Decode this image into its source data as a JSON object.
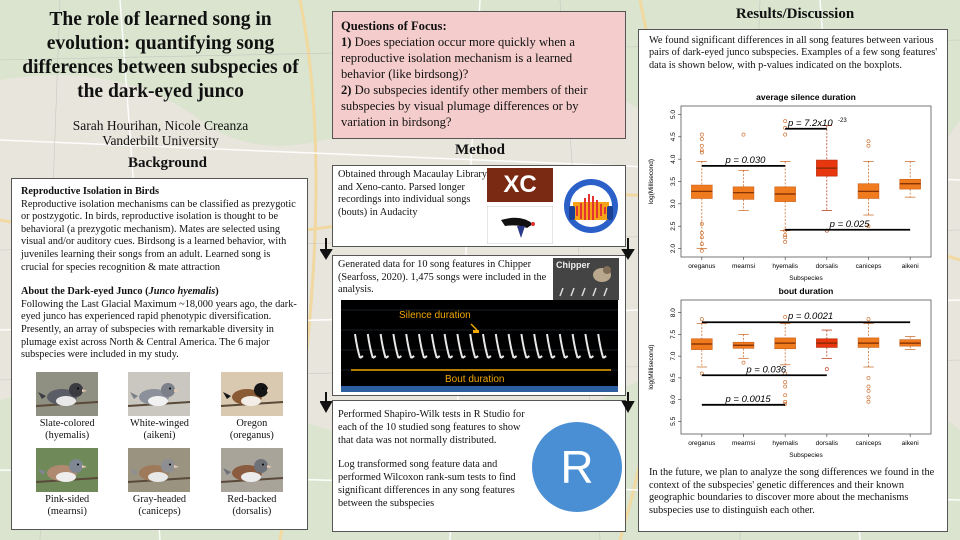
{
  "title": "The role of learned song in evolution: quantifying song differences between subspecies of the dark-eyed junco",
  "authors": "Sarah Hourihan, Nicole Creanza",
  "affiliation": "Vanderbilt University",
  "background": {
    "header": "Background",
    "h1": "Reproductive Isolation in Birds",
    "p1": "Reproductive isolation mechanisms can be classified as prezygotic or postzygotic. In birds, reproductive isolation is thought to be behavioral (a prezygotic mechanism). Mates are selected using visual and/or auditory cues. Birdsong is a learned behavior, with juveniles learning their songs from an adult. Learned song is crucial for species recognition & mate attraction",
    "h2_pre": "About the Dark-eyed Junco (",
    "h2_sci": "Junco hyemalis",
    "h2_post": ")",
    "p2": "Following the Last Glacial Maximum ~18,000 years ago, the dark-eyed junco has experienced rapid phenotypic diversification. Presently, an array of subspecies with remarkable diversity in plumage exist across North & Central America. The 6 major subspecies were included in my study.",
    "birds": [
      {
        "name": "Slate-colored",
        "sub": "(hyemalis)",
        "head": "#3a3c42",
        "body": "#5a5d66",
        "belly": "#e9e9e9",
        "ground": "#8f8f82"
      },
      {
        "name": "White-winged",
        "sub": "(aikeni)",
        "head": "#7b8089",
        "body": "#8b909a",
        "belly": "#f1f1f1",
        "ground": "#c9c7bf"
      },
      {
        "name": "Oregon",
        "sub": "(oreganus)",
        "head": "#151515",
        "body": "#8a5a35",
        "belly": "#f2ede6",
        "ground": "#d8c9b0"
      },
      {
        "name": "Pink-sided",
        "sub": "(mearnsi)",
        "head": "#7e8792",
        "body": "#b08a70",
        "belly": "#eee",
        "ground": "#6f8a58"
      },
      {
        "name": "Gray-headed",
        "sub": "(caniceps)",
        "head": "#8d8f92",
        "body": "#9f7a5a",
        "belly": "#e8e8e8",
        "ground": "#9a9380"
      },
      {
        "name": "Red-backed",
        "sub": "(dorsalis)",
        "head": "#6e7278",
        "body": "#8a5b3e",
        "belly": "#ececec",
        "ground": "#a8a499"
      }
    ]
  },
  "questions": {
    "header": "Questions of Focus:",
    "q1_num": "1)",
    "q1": " Does speciation occur more quickly when a reproductive isolation mechanism is a learned behavior (like birdsong)?",
    "q2_num": "2)",
    "q2": " Do subspecies identify other members of their subspecies by visual plumage differences or by variation in birdsong?"
  },
  "method": {
    "header": "Method",
    "step1": "Obtained through Macaulay Library and Xeno-canto. Parsed longer recordings into individual songs (bouts) in Audacity",
    "xc_logo": "XC",
    "step2": "Generated data for 10  song features in Chipper (Searfoss, 2020). 1,475 songs were included in the analysis.",
    "chipper_logo": "Chipper",
    "silence_label": "Silence duration",
    "bout_label": "Bout duration",
    "step3a": "Performed Shapiro-Wilk tests in R Studio for each of the 10 studied song features to show that data was not normally distributed.",
    "step3b": "Log transformed song feature data and performed Wilcoxon rank-sum tests to find significant differences in any song features between the subspecies",
    "r_logo": "R"
  },
  "results": {
    "header": "Results/Discussion",
    "intro": "We found significant differences in all song features between various pairs of dark-eyed junco subspecies. Examples of a few song features' data is shown below, with p-values indicated on the boxplots.",
    "outro": "In the future, we plan to analyze the song differences we found in the context of the subspecies' genetic differences and their known geographic boundaries to discover more about the mechanisms subspecies use to distinguish each other."
  },
  "chart_data": [
    {
      "type": "box",
      "title": "average silence duration",
      "xlabel": "Subspecies",
      "ylabel": "log(Millisecond)",
      "ylim": [
        1.9,
        5.1
      ],
      "yticks": [
        2.0,
        2.5,
        3.0,
        3.5,
        4.0,
        4.5,
        5.0
      ],
      "categories": [
        "oreganus",
        "mearnsi",
        "hyemalis",
        "dorsalis",
        "caniceps",
        "aikeni"
      ],
      "boxes": [
        {
          "min": 2.0,
          "q1": 3.12,
          "median": 3.28,
          "q3": 3.42,
          "max": 3.95,
          "outliers": [
            4.55,
            4.45,
            4.3,
            4.2,
            4.15,
            2.35,
            2.55,
            2.25,
            2.1,
            1.95
          ]
        },
        {
          "min": 2.85,
          "q1": 3.1,
          "median": 3.25,
          "q3": 3.38,
          "max": 3.75,
          "outliers": [
            4.55
          ]
        },
        {
          "min": 2.4,
          "q1": 3.05,
          "median": 3.22,
          "q3": 3.38,
          "max": 3.95,
          "outliers": [
            4.85,
            4.7,
            4.55,
            2.4,
            2.3,
            2.25,
            2.15
          ]
        },
        {
          "min": 2.85,
          "q1": 3.62,
          "median": 3.8,
          "q3": 3.98,
          "max": 4.75,
          "outliers": [
            2.4
          ]
        },
        {
          "min": 2.75,
          "q1": 3.12,
          "median": 3.28,
          "q3": 3.45,
          "max": 3.95,
          "outliers": [
            4.4,
            4.3,
            2.5
          ]
        },
        {
          "min": 3.15,
          "q1": 3.33,
          "median": 3.45,
          "q3": 3.55,
          "max": 3.95,
          "outliers": []
        }
      ],
      "annotations": [
        {
          "text": "p = 0.030",
          "from": 0,
          "to": 2,
          "y": 3.85
        },
        {
          "text": "p = 7.2x10",
          "sup": "-23",
          "from": 2,
          "to": 3,
          "y": 4.68
        },
        {
          "text": "p = 0.025",
          "from": 2,
          "to": 5,
          "y": 2.42
        }
      ]
    },
    {
      "type": "box",
      "title": "bout duration",
      "xlabel": "Subspecies",
      "ylabel": "log(Millisecond)",
      "ylim": [
        5.3,
        8.2
      ],
      "yticks": [
        5.5,
        6.0,
        6.5,
        7.0,
        7.5,
        8.0
      ],
      "categories": [
        "oreganus",
        "mearnsi",
        "hyemalis",
        "dorsalis",
        "caniceps",
        "aikeni"
      ],
      "boxes": [
        {
          "min": 6.75,
          "q1": 7.15,
          "median": 7.28,
          "q3": 7.4,
          "max": 7.75,
          "outliers": [
            7.85,
            6.6
          ]
        },
        {
          "min": 6.95,
          "q1": 7.18,
          "median": 7.25,
          "q3": 7.32,
          "max": 7.5,
          "outliers": [
            6.85
          ]
        },
        {
          "min": 6.8,
          "q1": 7.17,
          "median": 7.3,
          "q3": 7.42,
          "max": 7.75,
          "outliers": [
            7.9,
            6.6,
            6.4,
            6.3,
            6.1,
            5.95,
            5.9
          ]
        },
        {
          "min": 6.95,
          "q1": 7.2,
          "median": 7.3,
          "q3": 7.4,
          "max": 7.6,
          "outliers": [
            6.7
          ]
        },
        {
          "min": 6.75,
          "q1": 7.2,
          "median": 7.3,
          "q3": 7.42,
          "max": 7.75,
          "outliers": [
            7.85,
            6.5,
            6.3,
            6.2,
            6.05,
            5.95
          ]
        },
        {
          "min": 7.15,
          "q1": 7.23,
          "median": 7.3,
          "q3": 7.38,
          "max": 7.45,
          "outliers": []
        }
      ],
      "annotations": [
        {
          "text": "p = 0.0021",
          "from": 0,
          "to": 5,
          "y": 7.78
        },
        {
          "text": "p = 0.036",
          "from": 0,
          "to": 3,
          "y": 6.56
        },
        {
          "text": "p = 0.0015",
          "from": 0,
          "to": 2,
          "y": 5.88
        }
      ]
    }
  ]
}
